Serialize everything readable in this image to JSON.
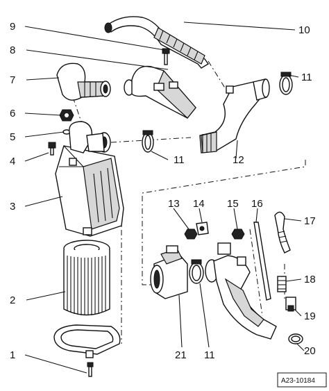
{
  "callouts": [
    {
      "id": "c1",
      "label": "1"
    },
    {
      "id": "c2",
      "label": "2"
    },
    {
      "id": "c3",
      "label": "3"
    },
    {
      "id": "c4",
      "label": "4"
    },
    {
      "id": "c5",
      "label": "5"
    },
    {
      "id": "c6",
      "label": "6"
    },
    {
      "id": "c7",
      "label": "7"
    },
    {
      "id": "c8",
      "label": "8"
    },
    {
      "id": "c9",
      "label": "9"
    },
    {
      "id": "c10",
      "label": "10"
    },
    {
      "id": "c11a",
      "label": "11"
    },
    {
      "id": "c11b",
      "label": "11"
    },
    {
      "id": "c11c",
      "label": "11"
    },
    {
      "id": "c12",
      "label": "12"
    },
    {
      "id": "c13",
      "label": "13"
    },
    {
      "id": "c14",
      "label": "14"
    },
    {
      "id": "c15",
      "label": "15"
    },
    {
      "id": "c16",
      "label": "16"
    },
    {
      "id": "c17",
      "label": "17"
    },
    {
      "id": "c18",
      "label": "18"
    },
    {
      "id": "c19",
      "label": "19"
    },
    {
      "id": "c20",
      "label": "20"
    },
    {
      "id": "c21",
      "label": "21"
    }
  ],
  "reference_code": "A23-10184"
}
